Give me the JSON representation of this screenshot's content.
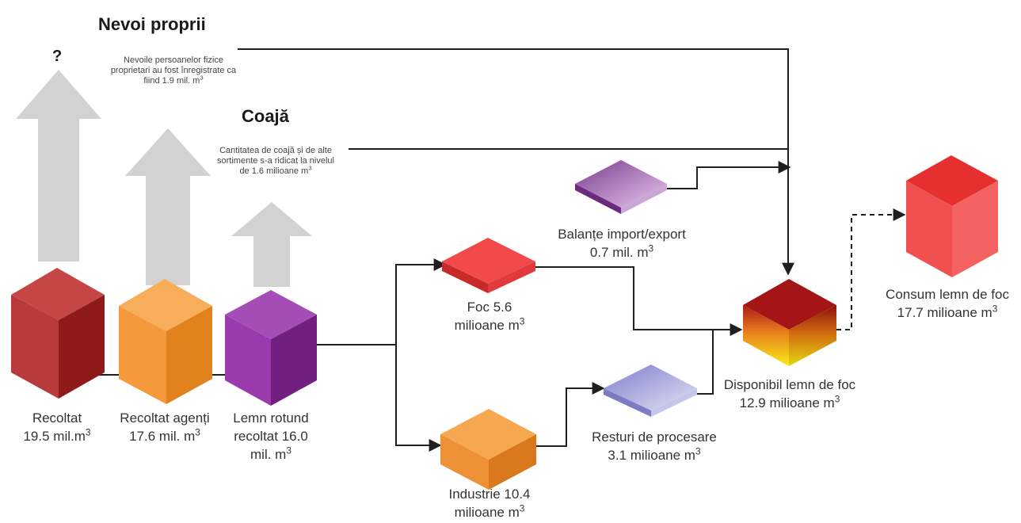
{
  "header": {
    "nevoi_title": "Nevoi proprii",
    "nevoi_note": [
      {
        "t": "Nevoile persoanelor fizice"
      },
      {
        "t": "proprietari au fost înregistrate ca"
      },
      {
        "t": "fiind 1.9 mil. m",
        "sup": "3"
      }
    ],
    "question_mark": "?",
    "coaja_title": "Coajă",
    "coaja_note": [
      {
        "t": "Cantitatea de coajă și de alte"
      },
      {
        "t": "sortimente s-a ridicat la nivelul"
      },
      {
        "t": "de 1.6 milioane m",
        "sup": "3"
      }
    ]
  },
  "nodes": {
    "recoltat": {
      "color": "#b02a2a",
      "label": [
        {
          "t": "Recoltat"
        },
        {
          "t": "19.5 mil.m",
          "sup": "3"
        }
      ]
    },
    "recoltat_agenti": {
      "color": "#f59a3c",
      "label": [
        {
          "t": "Recoltat agenți"
        },
        {
          "t": "17.6 mil. m",
          "sup": "3"
        }
      ]
    },
    "lemn_rotund": {
      "color": "#8e2a9e",
      "label": [
        {
          "t": "Lemn rotund"
        },
        {
          "t": "recoltat 16.0"
        },
        {
          "t": "mil. m",
          "sup": "3"
        }
      ]
    },
    "balante": {
      "color": "#a45ab8",
      "label": [
        {
          "t": "Balanțe import/export"
        },
        {
          "t": "0.7 mil. m",
          "sup": "3"
        }
      ]
    },
    "foc": {
      "color": "#ef3b3b",
      "label": [
        {
          "t": "Foc 5.6"
        },
        {
          "t": "milioane m",
          "sup": "3"
        }
      ]
    },
    "industrie": {
      "color": "#f39a3a",
      "label": [
        {
          "t": "Industrie 10.4"
        },
        {
          "t": "milioane m",
          "sup": "3"
        }
      ]
    },
    "resturi": {
      "color": "#8f8fd6",
      "label": [
        {
          "t": "Resturi de procesare"
        },
        {
          "t": "3.1 milioane m",
          "sup": "3"
        }
      ]
    },
    "disponibil": {
      "color": "#e8a020",
      "label": [
        {
          "t": "Disponibil lemn de foc"
        },
        {
          "t": "12.9 milioane m",
          "sup": "3"
        }
      ]
    },
    "consum": {
      "color": "#ef4a4a",
      "label": [
        {
          "t": "Consum lemn de foc"
        },
        {
          "t": "17.7 milioane m",
          "sup": "3"
        }
      ]
    }
  },
  "colors": {
    "arrow_gray": "#d2d2d2",
    "line": "#1f1f1f"
  }
}
